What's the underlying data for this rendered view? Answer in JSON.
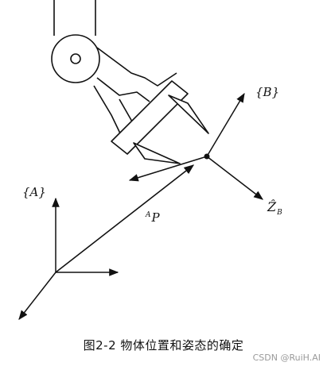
{
  "figure": {
    "frame_a_label": "{A}",
    "frame_b_label": "{B}",
    "position_vector": {
      "superscript": "A",
      "symbol": "P"
    },
    "z_axis_label": {
      "symbol": "Ẑ",
      "subscript": "B"
    },
    "caption": "图2-2  物体位置和姿态的确定",
    "watermark": "CSDN @RuiH.AI"
  },
  "colors": {
    "ink": "#111111",
    "paper": "#ffffff",
    "watermark": "#9a9a9a"
  }
}
